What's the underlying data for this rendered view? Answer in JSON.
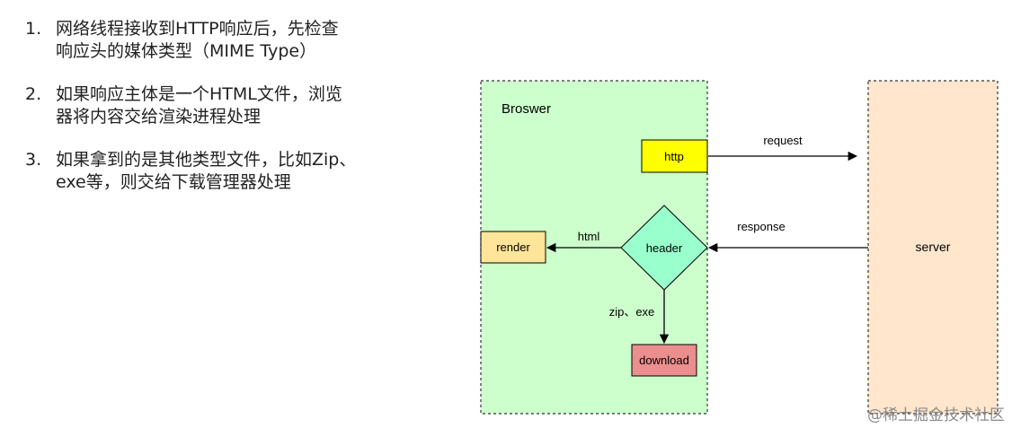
{
  "steps": [
    {
      "num": "1.",
      "lines": [
        "网络线程接收到HTTP响应后，先检查",
        "响应头的媒体类型（MIME Type）"
      ]
    },
    {
      "num": "2.",
      "lines": [
        "如果响应主体是一个HTML文件，浏览",
        "器将内容交给渲染进程处理"
      ]
    },
    {
      "num": "3.",
      "lines": [
        "如果拿到的是其他类型文件，比如Zip、",
        "exe等，则交给下载管理器处理"
      ]
    }
  ],
  "diagram": {
    "browser_label": "Broswer",
    "http_label": "http",
    "server_label": "server",
    "request_label": "request",
    "response_label": "response",
    "header_label": "header",
    "render_label": "render",
    "html_label": "html",
    "zipexe_label": "zip、exe",
    "download_label": "download",
    "colors": {
      "browser_fill": "#ccffcc",
      "server_fill": "#ffe6cc",
      "http_fill": "#ffff00",
      "header_fill": "#99ffcc",
      "render_fill": "#ffe599",
      "download_fill": "#ea8e8e"
    }
  },
  "watermark": "@稀土掘金技术社区"
}
